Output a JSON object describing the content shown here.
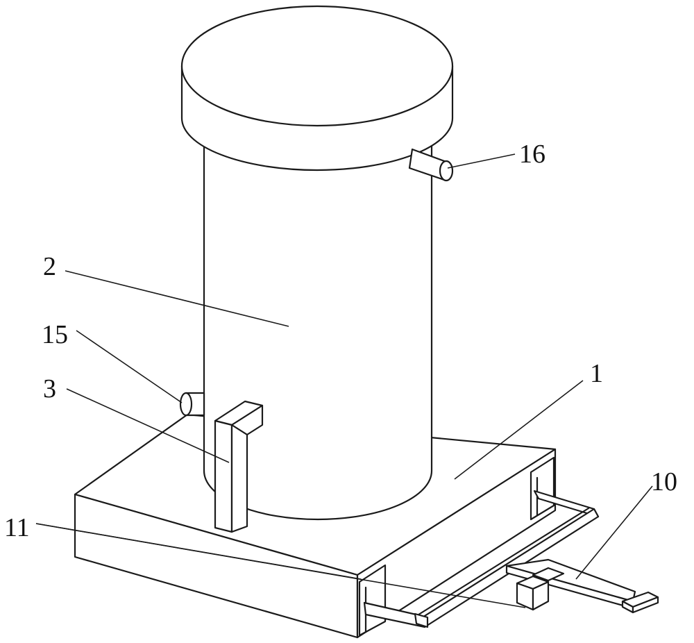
{
  "figure": {
    "labels": {
      "base": "1",
      "cylinder": "2",
      "rod": "3",
      "slide_arm": "10",
      "slide_rail": "11",
      "lower_nozzle": "15",
      "upper_nozzle": "16"
    }
  }
}
